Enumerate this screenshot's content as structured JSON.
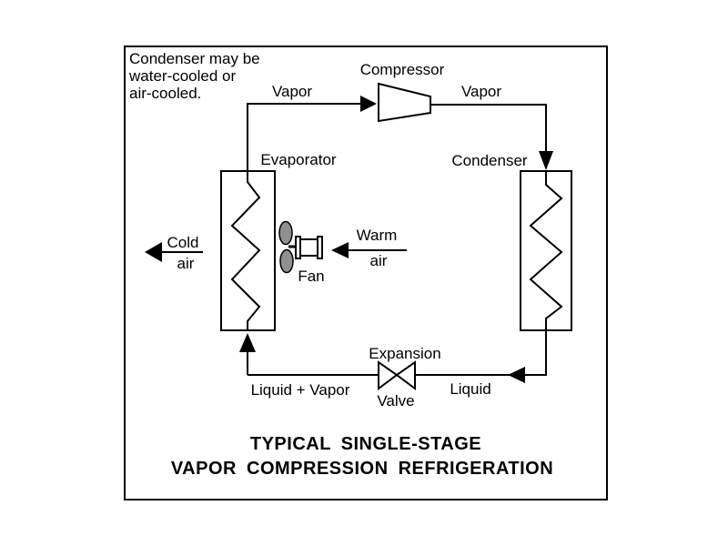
{
  "diagram": {
    "note": {
      "line1": "Condenser may be",
      "line2": "water-cooled or",
      "line3": "air-cooled."
    },
    "components": {
      "compressor": "Compressor",
      "evaporator": "Evaporator",
      "condenser": "Condenser",
      "fan": "Fan",
      "expansion": "Expansion",
      "valve": "Valve"
    },
    "streams": {
      "vapor_suction": "Vapor",
      "vapor_discharge": "Vapor",
      "liquid": "Liquid",
      "liquid_vapor": "Liquid + Vapor",
      "cold_word": "Cold",
      "cold_air_word": "air",
      "warm_word": "Warm",
      "warm_air_word": "air"
    },
    "title": {
      "line1": "TYPICAL SINGLE-STAGE",
      "line2": "VAPOR COMPRESSION REFRIGERATION"
    },
    "colors": {
      "line": "#000000",
      "background": "#ffffff",
      "fan_blade": "#909090"
    }
  }
}
